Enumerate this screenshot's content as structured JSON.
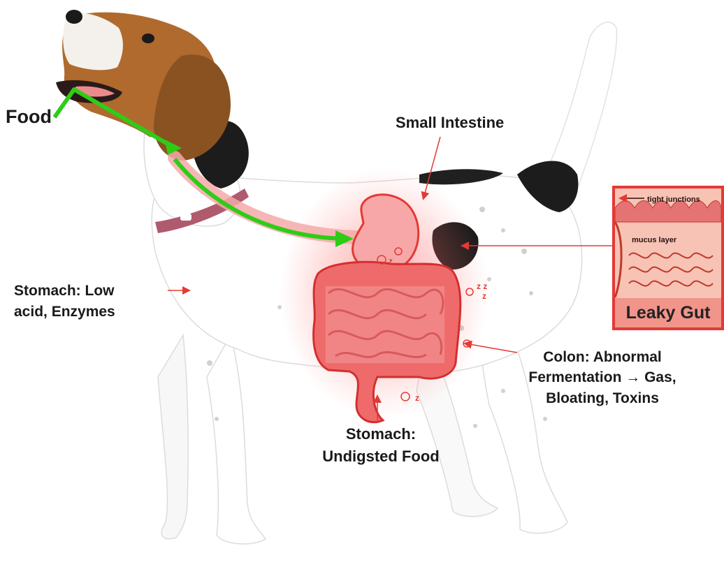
{
  "labels": {
    "food": "Food",
    "small_intestine": "Small Intestine",
    "stomach_low": [
      "Stomach: Low",
      "acid, Enzymes"
    ],
    "colon": [
      "Colon: Abnormal",
      "Fermentation → Gas,",
      "Bloating, Toxins"
    ],
    "stomach_undigested": [
      "Stomach:",
      "Undigsted Food"
    ]
  },
  "inset": {
    "tight_junctions": "tight junctions",
    "mucus_layer": "mucus layer",
    "title": "Leaky Gut"
  },
  "colors": {
    "food_arrow": "#2ecc17",
    "organ_red": "#e53935",
    "glow": "#ff5a5a",
    "callout_line": "#e53935"
  }
}
